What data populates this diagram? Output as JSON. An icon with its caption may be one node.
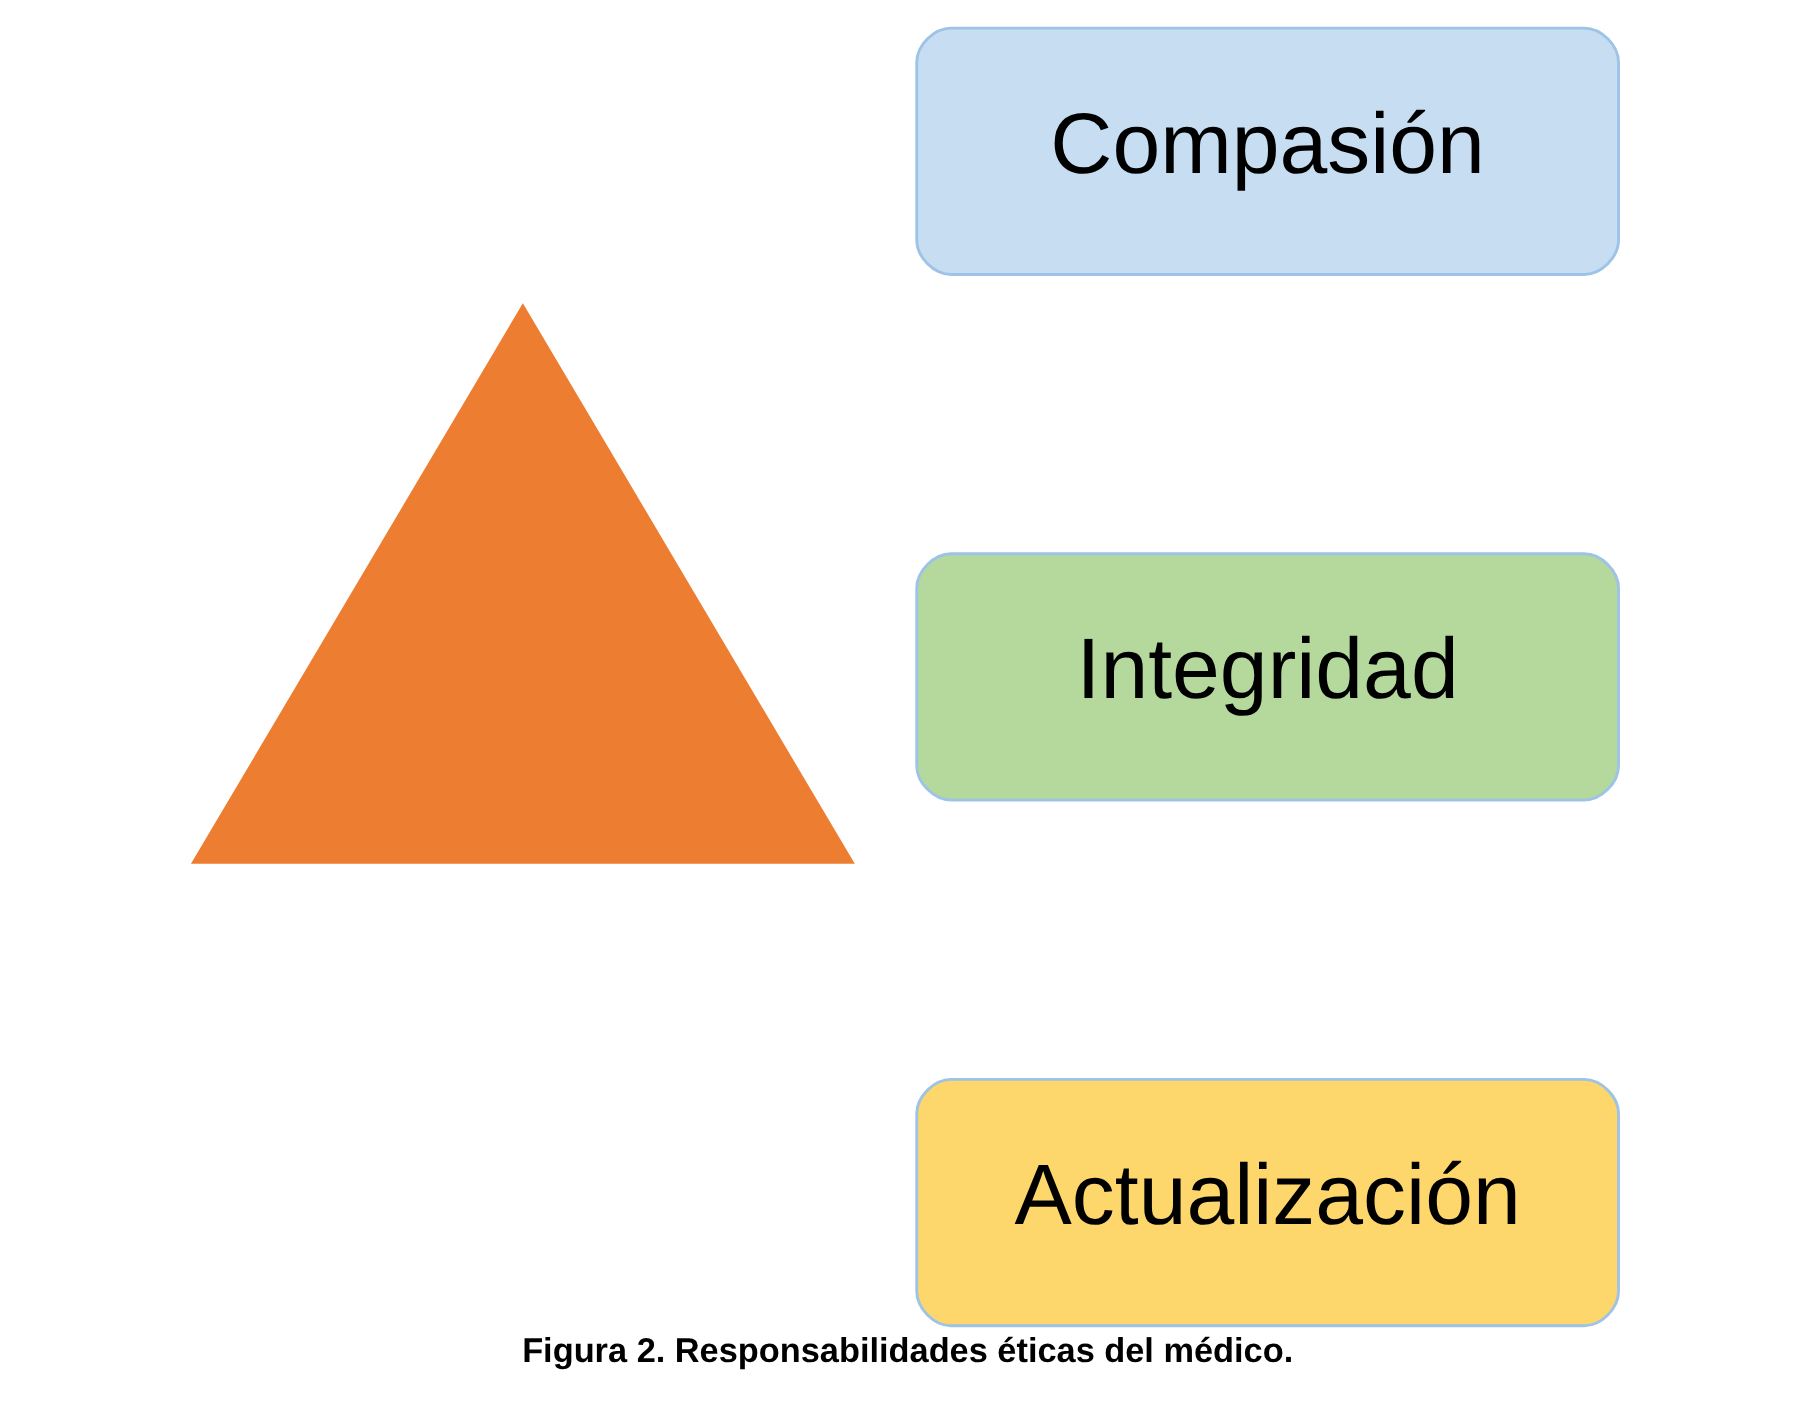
{
  "diagram": {
    "caption": "Figura 2. Responsabilidades éticas del médico.",
    "nodes": [
      {
        "text": [],
        "shape": "triangle"
      },
      {
        "text": [
          "Compasión"
        ]
      },
      {
        "text": [
          "Integridad"
        ]
      },
      {
        "text": [
          "Actualización"
        ]
      }
    ]
  }
}
